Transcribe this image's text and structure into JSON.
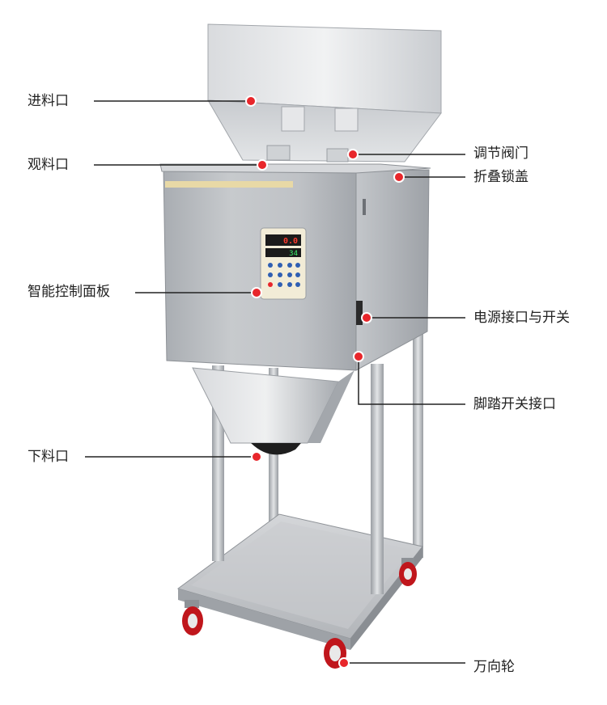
{
  "labels": {
    "feed_inlet": "进料口",
    "view_port": "观料口",
    "control_panel": "智能控制面板",
    "discharge_outlet": "下料口",
    "adjust_valve": "调节阀门",
    "fold_lock_cover": "折叠锁盖",
    "power_socket_switch": "电源接口与开关",
    "foot_pedal_socket": "脚踏开关接口",
    "caster_wheels": "万向轮"
  },
  "panel": {
    "display_top": "0.0",
    "display_bottom": "34"
  },
  "colors": {
    "marker": "#e8262b",
    "caster": "#c0161c",
    "steel": "#b9bcc1",
    "display_red": "#ff3a2e",
    "display_green": "#3bf06a",
    "key_blue": "#2f5fb3"
  }
}
